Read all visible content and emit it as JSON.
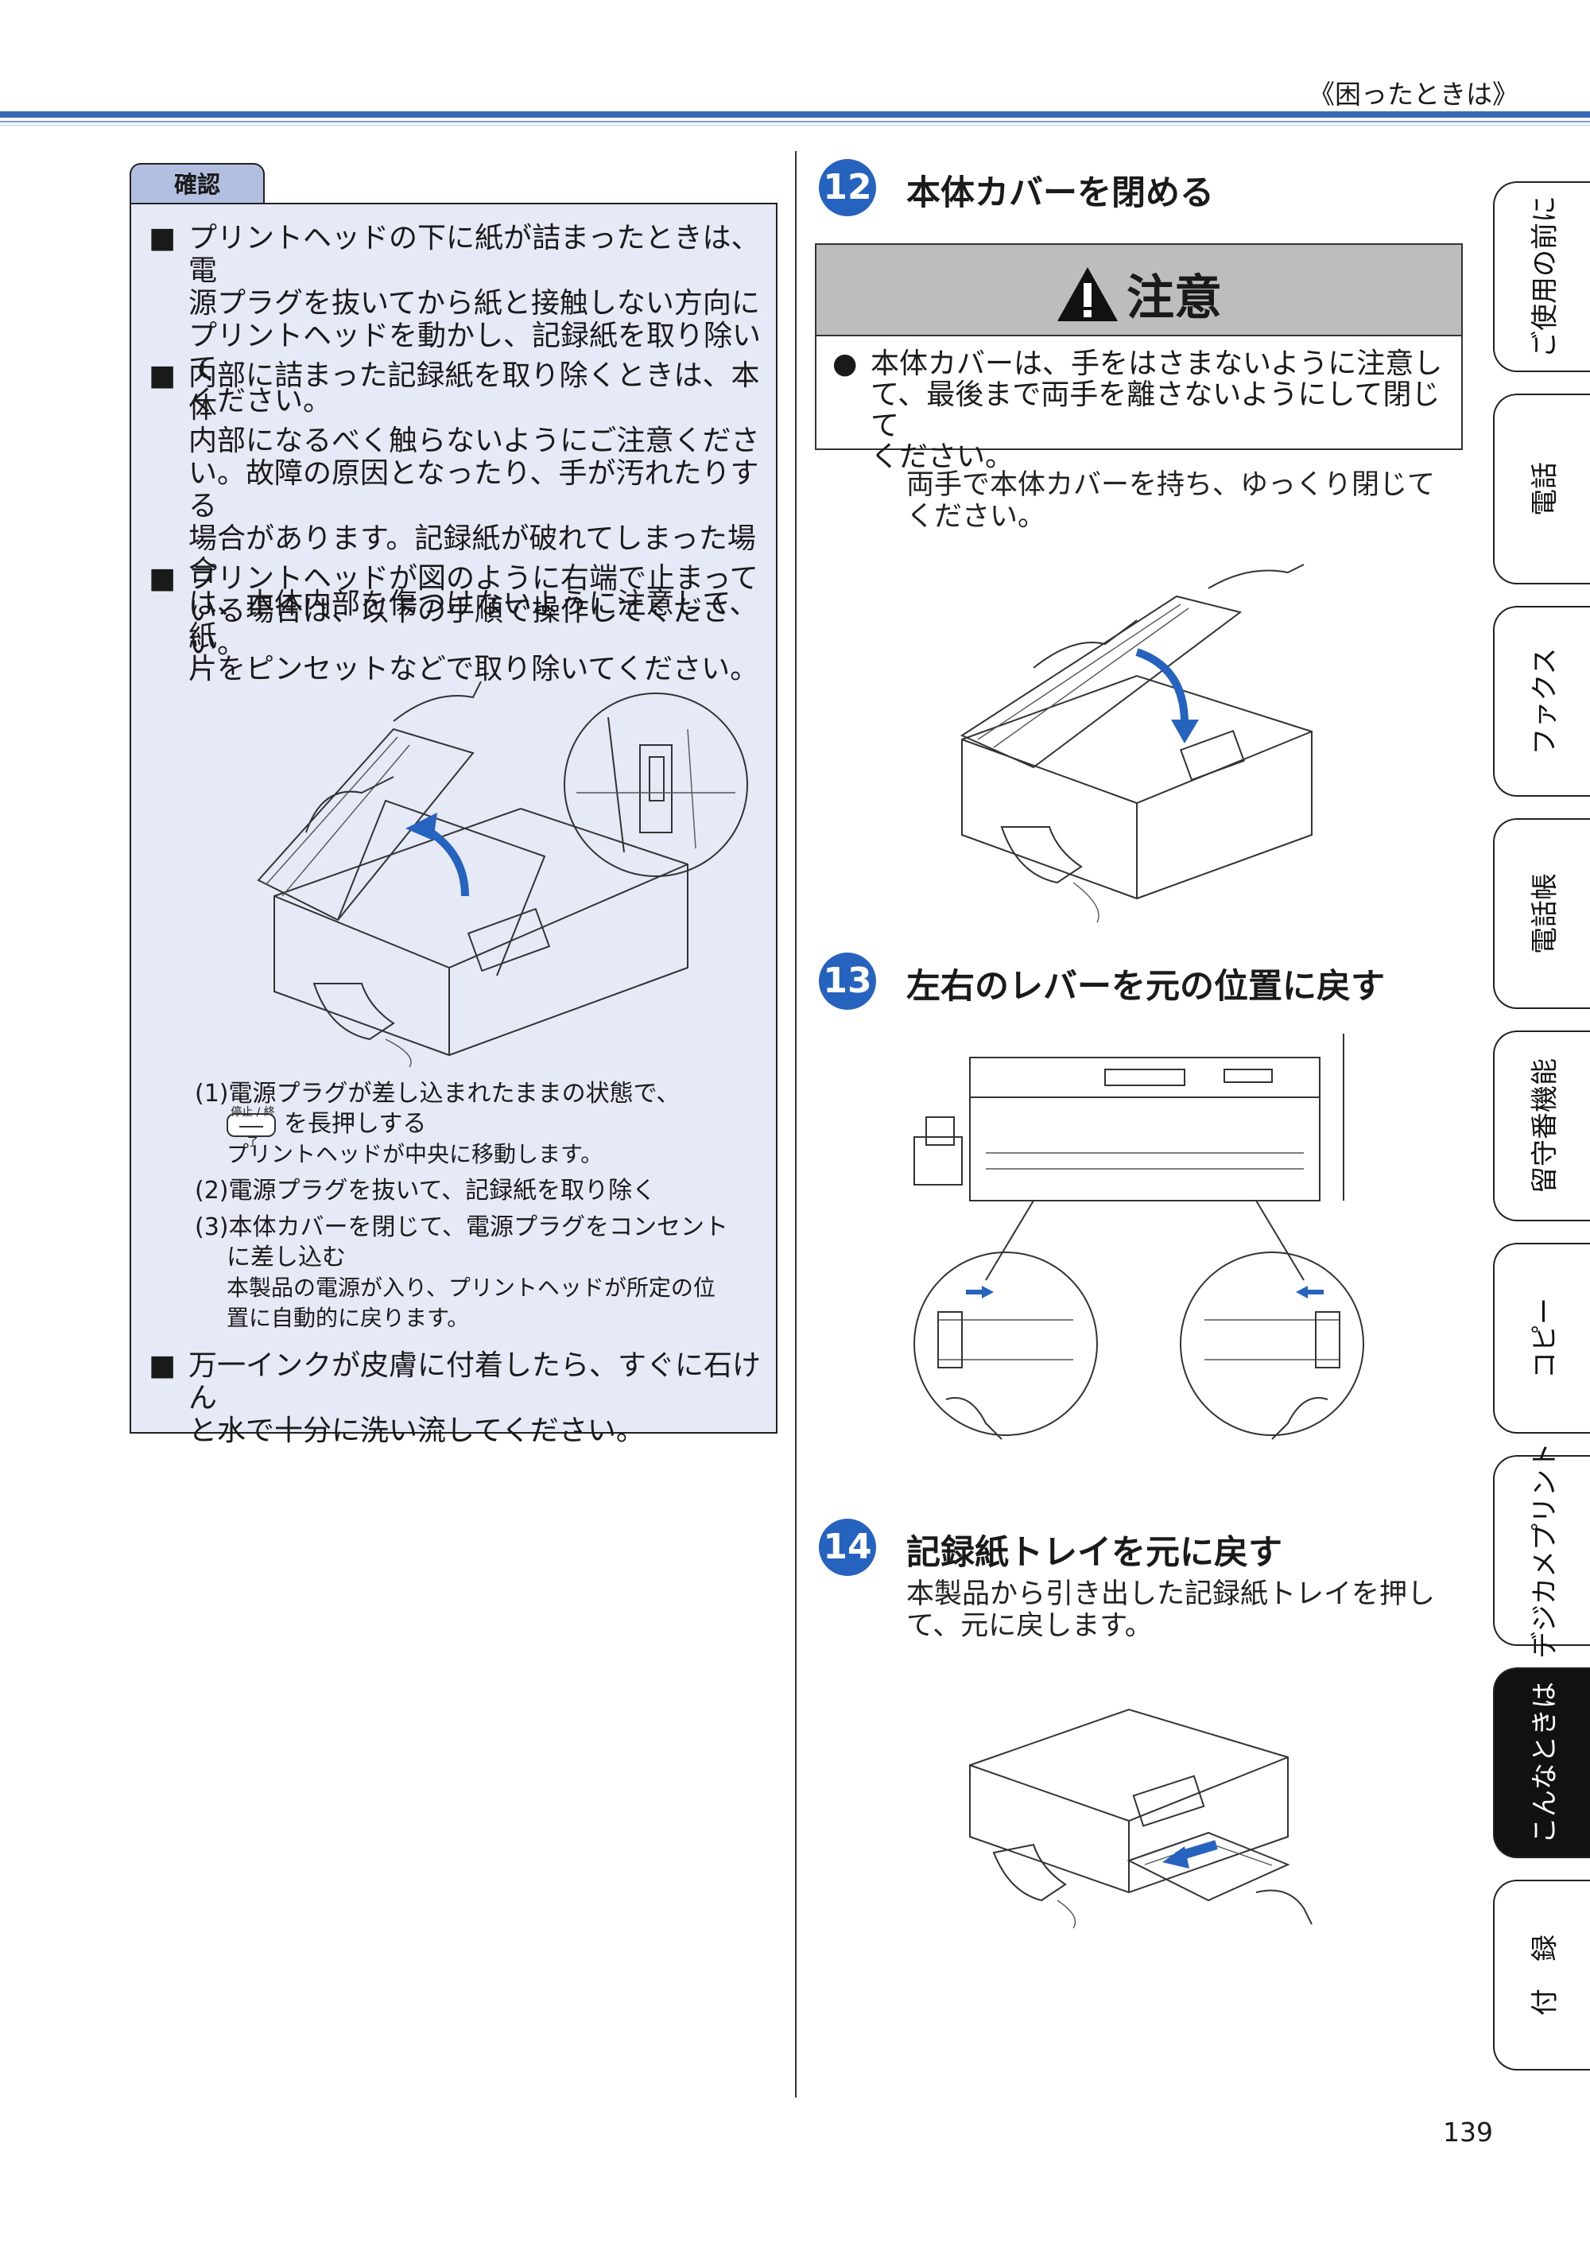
{
  "header": {
    "title": "《困ったときは》"
  },
  "page_number": "139",
  "confirm": {
    "tab_label": "確認",
    "bullets": [
      {
        "marker": "■",
        "lines": [
          "プリントヘッドの下に紙が詰まったときは、電",
          "源プラグを抜いてから紙と接触しない方向に",
          "プリントヘッドを動かし、記録紙を取り除いて",
          "ください。"
        ]
      },
      {
        "marker": "■",
        "lines": [
          "内部に詰まった記録紙を取り除くときは、本体",
          "内部になるべく触らないようにご注意くださ",
          "い。故障の原因となったり、手が汚れたりする",
          "場合があります。記録紙が破れてしまった場合",
          "は、本体内部を傷つけないように注意して、紙",
          "片をピンセットなどで取り除いてください。"
        ]
      },
      {
        "marker": "■",
        "lines": [
          "プリントヘッドが図のように右端で止まって",
          "いる場合は、以下の手順で操作してください。"
        ]
      }
    ],
    "steps": {
      "s1": "(1)電源プラグが差し込まれたままの状態で、",
      "s1_key_label": "停止 / 終了",
      "s1_b": "を長押しする",
      "s1_note": "プリントヘッドが中央に移動します。",
      "s2": "(2)電源プラグを抜いて、記録紙を取り除く",
      "s3_a": "(3)本体カバーを閉じて、電源プラグをコンセント",
      "s3_b": "に差し込む",
      "s3_note_a": "本製品の電源が入り、プリントヘッドが所定の位",
      "s3_note_b": "置に自動的に戻ります。"
    },
    "last_bullet": {
      "marker": "■",
      "lines": [
        "万一インクが皮膚に付着したら、すぐに石けん",
        "と水で十分に洗い流してください。"
      ]
    }
  },
  "step12": {
    "number": "12",
    "title": "本体カバーを閉める",
    "caution_label": "注意",
    "caution_marker": "●",
    "caution_lines": [
      "本体カバーは、手をはさまないように注意し",
      "て、最後まで両手を離さないようにして閉じて",
      "ください。"
    ],
    "instruction_lines": [
      "両手で本体カバーを持ち、ゆっくり閉じて",
      "ください。"
    ]
  },
  "step13": {
    "number": "13",
    "title": "左右のレバーを元の位置に戻す"
  },
  "step14": {
    "number": "14",
    "title": "記録紙トレイを元に戻す",
    "instruction_lines": [
      "本製品から引き出した記録紙トレイを押し",
      "て、元に戻します。"
    ]
  },
  "side_tabs": [
    {
      "label": "ご使用の前に",
      "active": false
    },
    {
      "label": "電話",
      "active": false
    },
    {
      "label": "ファクス",
      "active": false
    },
    {
      "label": "電話帳",
      "active": false
    },
    {
      "label": "留守番機能",
      "active": false
    },
    {
      "label": "コピー",
      "active": false
    },
    {
      "label": "デジカメプリント",
      "active": false
    },
    {
      "label": "こんなときは",
      "active": true
    },
    {
      "label": "付　録",
      "active": false
    }
  ],
  "colors": {
    "accent": "#2563bf",
    "rule": "#3a67b8",
    "confirm_bg": "#e6eaf7",
    "confirm_tab": "#b3bfe0",
    "caution_head": "#bdbdbd"
  }
}
